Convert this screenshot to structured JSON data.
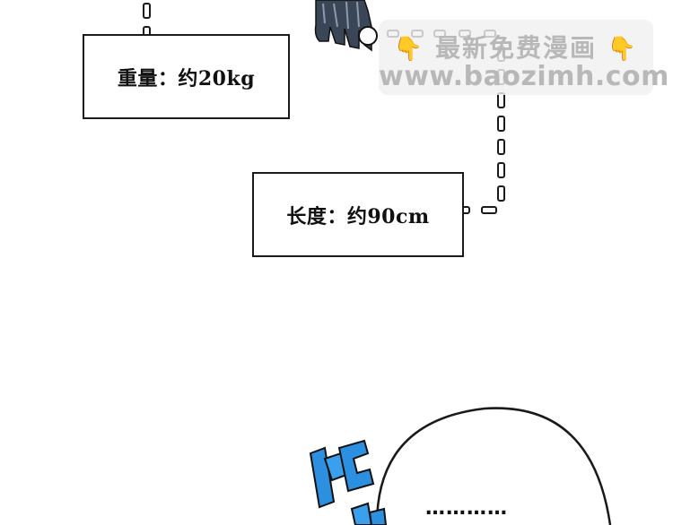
{
  "labels": {
    "weight": "重量：约20kg",
    "length": "长度：约90cm"
  },
  "watermark": {
    "line1": "最新免费漫画",
    "line2": "www.baozimh.com",
    "hand_icon": "pointing-down-hand-icon",
    "hand_color": "#f2b21c"
  },
  "speech_bubble": {
    "text": "…………"
  },
  "sfx": {
    "glyph_1": "嗄",
    "glyph_2": "吱",
    "color": "#2d8fe0"
  },
  "colors": {
    "line": "#1a1a1a",
    "background": "#ffffff"
  }
}
